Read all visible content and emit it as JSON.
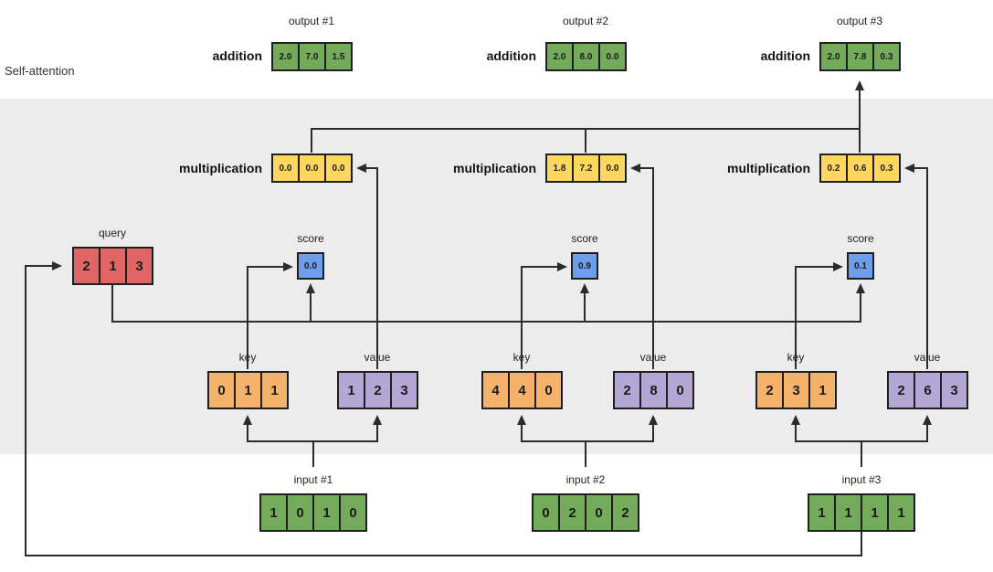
{
  "title": "Self-attention",
  "colors": {
    "green": "#74ab5a",
    "yellow": "#ffd75e",
    "red": "#e06666",
    "blue": "#6d9eeb",
    "orange": "#f6b26b",
    "purple": "#b4a7d6",
    "band": "#ececec",
    "line": "#2b2b2b",
    "border": "#1f1f1f"
  },
  "labels": {
    "addition": "addition",
    "multiplication": "multiplication",
    "query": "query",
    "score": "score",
    "key": "key",
    "value": "value"
  },
  "outputs": [
    {
      "label": "output #1",
      "values": [
        "2.0",
        "7.0",
        "1.5"
      ]
    },
    {
      "label": "output #2",
      "values": [
        "2.0",
        "8.0",
        "0.0"
      ]
    },
    {
      "label": "output #3",
      "values": [
        "2.0",
        "7.8",
        "0.3"
      ]
    }
  ],
  "multiplications": [
    {
      "values": [
        "0.0",
        "0.0",
        "0.0"
      ]
    },
    {
      "values": [
        "1.8",
        "7.2",
        "0.0"
      ]
    },
    {
      "values": [
        "0.2",
        "0.6",
        "0.3"
      ]
    }
  ],
  "query": {
    "values": [
      "2",
      "1",
      "3"
    ]
  },
  "scores": [
    {
      "value": "0.0"
    },
    {
      "value": "0.9"
    },
    {
      "value": "0.1"
    }
  ],
  "keys": [
    {
      "values": [
        "0",
        "1",
        "1"
      ]
    },
    {
      "values": [
        "4",
        "4",
        "0"
      ]
    },
    {
      "values": [
        "2",
        "3",
        "1"
      ]
    }
  ],
  "value_vectors": [
    {
      "values": [
        "1",
        "2",
        "3"
      ]
    },
    {
      "values": [
        "2",
        "8",
        "0"
      ]
    },
    {
      "values": [
        "2",
        "6",
        "3"
      ]
    }
  ],
  "inputs": [
    {
      "label": "input #1",
      "values": [
        "1",
        "0",
        "1",
        "0"
      ]
    },
    {
      "label": "input #2",
      "values": [
        "0",
        "2",
        "0",
        "2"
      ]
    },
    {
      "label": "input #3",
      "values": [
        "1",
        "1",
        "1",
        "1"
      ]
    }
  ]
}
